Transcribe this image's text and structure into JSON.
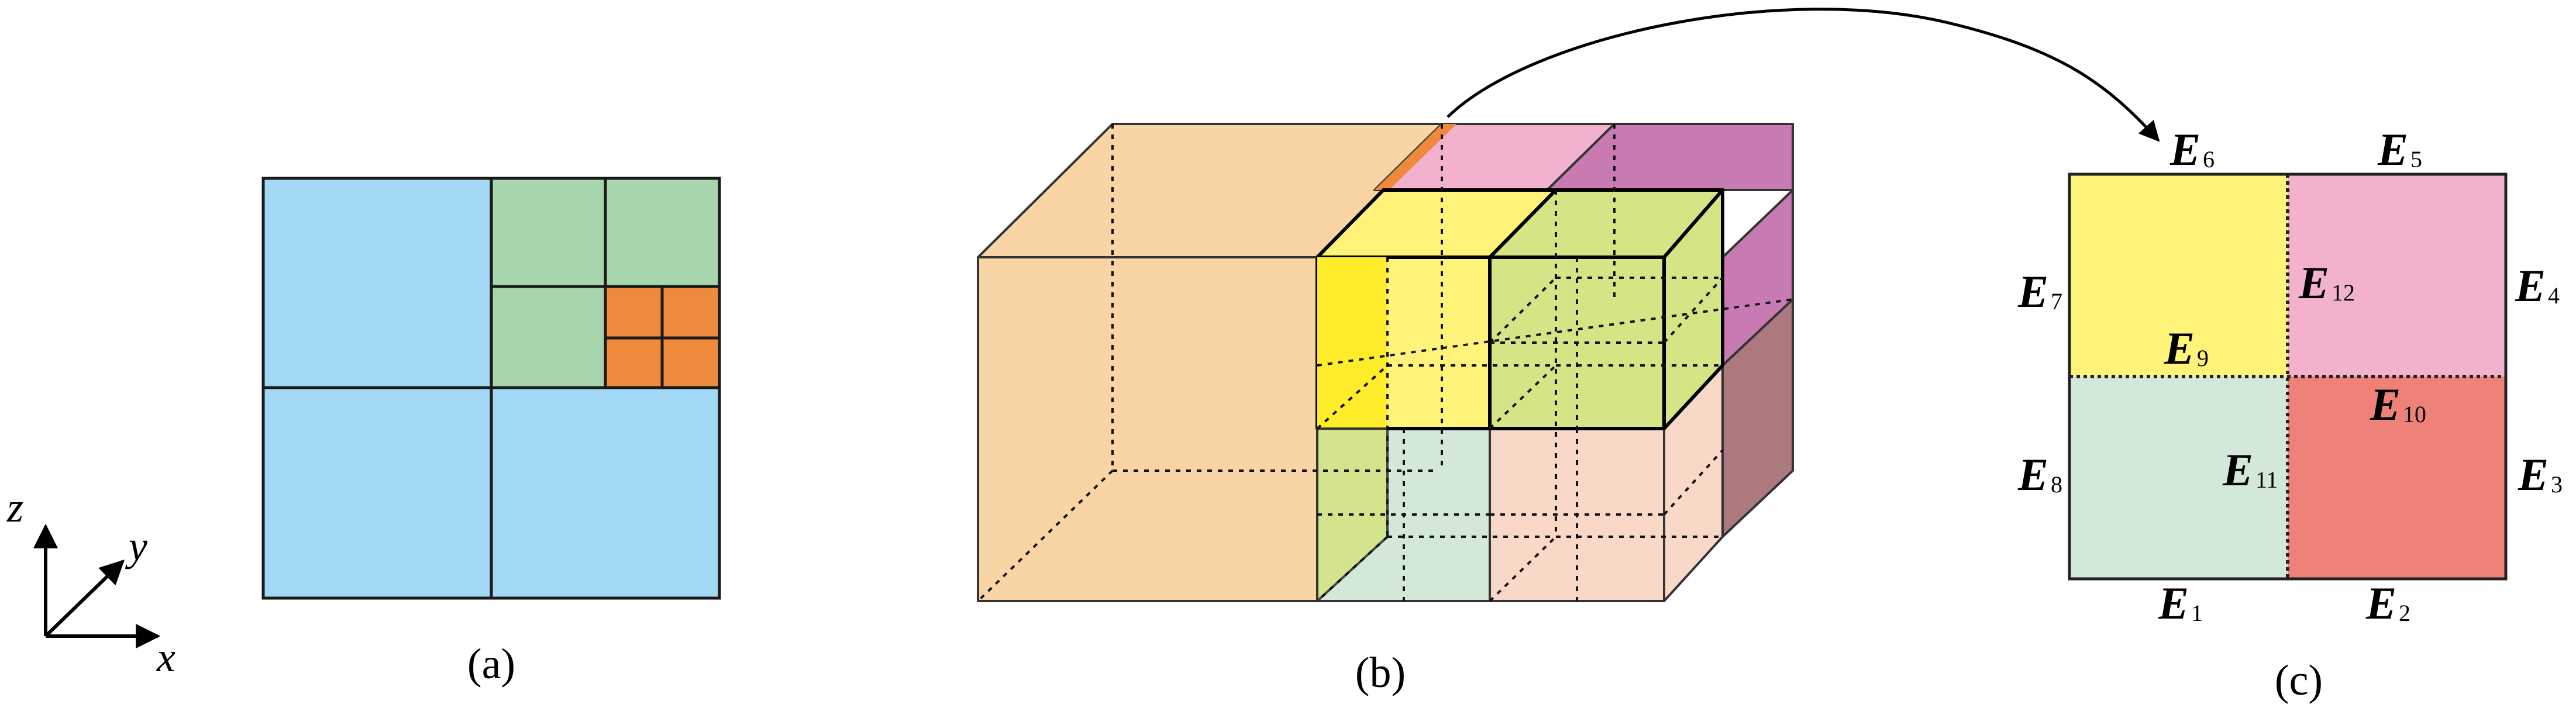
{
  "colors": {
    "blue": "#a3d8f4",
    "green": "#a7d5ae",
    "orange": "#ef8a3d",
    "peach": "#f9d5a5",
    "pink": "#f2b1cc",
    "magenta": "#c87ab3",
    "yellow": "#fff37a",
    "bright_yellow": "#ffec2a",
    "yellow_green": "#d5e484",
    "mint": "#d2e8d8",
    "salmon": "#fad8c8",
    "red": "#ee8178",
    "mauve": "#ac7a7e"
  },
  "axes": {
    "x": "x",
    "y": "y",
    "z": "z"
  },
  "captions": {
    "a": "(a)",
    "b": "(b)",
    "c": "(c)"
  },
  "edges": {
    "e1": {
      "main": "E",
      "sub": "1"
    },
    "e2": {
      "main": "E",
      "sub": "2"
    },
    "e3": {
      "main": "E",
      "sub": "3"
    },
    "e4": {
      "main": "E",
      "sub": "4"
    },
    "e5": {
      "main": "E",
      "sub": "5"
    },
    "e6": {
      "main": "E",
      "sub": "6"
    },
    "e7": {
      "main": "E",
      "sub": "7"
    },
    "e8": {
      "main": "E",
      "sub": "8"
    },
    "e9": {
      "main": "E",
      "sub": "9"
    },
    "e10": {
      "main": "E",
      "sub": "10"
    },
    "e11": {
      "main": "E",
      "sub": "11"
    },
    "e12": {
      "main": "E",
      "sub": "12"
    }
  }
}
